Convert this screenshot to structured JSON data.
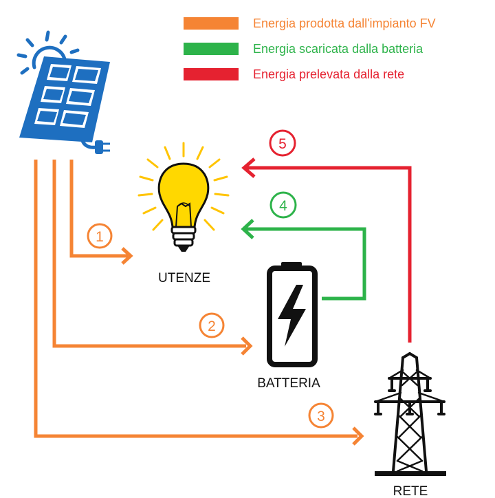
{
  "legend": {
    "pv": {
      "label": "Energia prodotta dall'impianto FV",
      "color": "#f58434"
    },
    "battery": {
      "label": "Energia scaricata dalla batteria",
      "color": "#2db34a"
    },
    "grid": {
      "label": "Energia prelevata dalla rete",
      "color": "#e52230"
    }
  },
  "nodes": {
    "loads": {
      "label": "UTENZE",
      "icon": "lightbulb-icon"
    },
    "battery": {
      "label": "BATTERIA",
      "icon": "battery-icon"
    },
    "grid": {
      "label": "RETE",
      "icon": "power-pylon-icon"
    },
    "pv": {
      "icon": "solar-panel-icon"
    }
  },
  "flows": [
    {
      "number": "1",
      "from": "pv",
      "to": "loads",
      "type": "pv"
    },
    {
      "number": "2",
      "from": "pv",
      "to": "battery",
      "type": "pv"
    },
    {
      "number": "3",
      "from": "pv",
      "to": "grid",
      "type": "pv"
    },
    {
      "number": "4",
      "from": "battery",
      "to": "loads",
      "type": "battery"
    },
    {
      "number": "5",
      "from": "grid",
      "to": "loads",
      "type": "grid"
    }
  ],
  "colors": {
    "solar_blue": "#1e6fc0",
    "bulb_yellow": "#ffd800",
    "bulb_glow": "#ffc400",
    "dark": "#111111"
  }
}
